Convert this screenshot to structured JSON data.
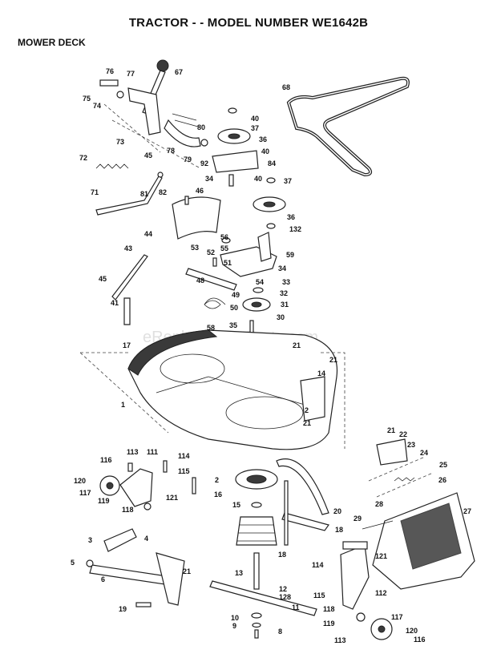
{
  "header": {
    "title": "TRACTOR - - MODEL NUMBER WE1642B",
    "section": "MOWER DECK"
  },
  "watermark": "eReplacementParts.com",
  "callouts": [
    {
      "id": "c67",
      "text": "67"
    },
    {
      "id": "c76",
      "text": "76"
    },
    {
      "id": "c77",
      "text": "77"
    },
    {
      "id": "c75",
      "text": "75"
    },
    {
      "id": "c74",
      "text": "74"
    },
    {
      "id": "c68",
      "text": "68"
    },
    {
      "id": "c40a",
      "text": "40"
    },
    {
      "id": "c37a",
      "text": "37"
    },
    {
      "id": "c80",
      "text": "80"
    },
    {
      "id": "c73",
      "text": "73"
    },
    {
      "id": "c36a",
      "text": "36"
    },
    {
      "id": "c40b",
      "text": "40"
    },
    {
      "id": "c78",
      "text": "78"
    },
    {
      "id": "c79",
      "text": "79"
    },
    {
      "id": "c92",
      "text": "92"
    },
    {
      "id": "c84",
      "text": "84"
    },
    {
      "id": "c45a",
      "text": "45"
    },
    {
      "id": "c72",
      "text": "72"
    },
    {
      "id": "c34a",
      "text": "34"
    },
    {
      "id": "c40c",
      "text": "40"
    },
    {
      "id": "c37b",
      "text": "37"
    },
    {
      "id": "c81",
      "text": "81"
    },
    {
      "id": "c82",
      "text": "82"
    },
    {
      "id": "c46",
      "text": "46"
    },
    {
      "id": "c71",
      "text": "71"
    },
    {
      "id": "c36b",
      "text": "36"
    },
    {
      "id": "c132",
      "text": "132"
    },
    {
      "id": "c44",
      "text": "44"
    },
    {
      "id": "c56",
      "text": "56"
    },
    {
      "id": "c55",
      "text": "55"
    },
    {
      "id": "c43",
      "text": "43"
    },
    {
      "id": "c53",
      "text": "53"
    },
    {
      "id": "c52",
      "text": "52"
    },
    {
      "id": "c59",
      "text": "59"
    },
    {
      "id": "c51",
      "text": "51"
    },
    {
      "id": "c34b",
      "text": "34"
    },
    {
      "id": "c54",
      "text": "54"
    },
    {
      "id": "c33",
      "text": "33"
    },
    {
      "id": "c45b",
      "text": "45"
    },
    {
      "id": "c48",
      "text": "48"
    },
    {
      "id": "c49",
      "text": "49"
    },
    {
      "id": "c32",
      "text": "32"
    },
    {
      "id": "c41",
      "text": "41"
    },
    {
      "id": "c50",
      "text": "50"
    },
    {
      "id": "c31",
      "text": "31"
    },
    {
      "id": "c58",
      "text": "58"
    },
    {
      "id": "c35",
      "text": "35"
    },
    {
      "id": "c30",
      "text": "30"
    },
    {
      "id": "c17",
      "text": "17"
    },
    {
      "id": "c21a",
      "text": "21"
    },
    {
      "id": "c21b",
      "text": "21"
    },
    {
      "id": "c14",
      "text": "14"
    },
    {
      "id": "c1",
      "text": "1"
    },
    {
      "id": "c2a",
      "text": "2"
    },
    {
      "id": "c21c",
      "text": "21"
    },
    {
      "id": "c21d",
      "text": "21"
    },
    {
      "id": "c22",
      "text": "22"
    },
    {
      "id": "c23",
      "text": "23"
    },
    {
      "id": "c24",
      "text": "24"
    },
    {
      "id": "c25",
      "text": "25"
    },
    {
      "id": "c26",
      "text": "26"
    },
    {
      "id": "c27",
      "text": "27"
    },
    {
      "id": "c113a",
      "text": "113"
    },
    {
      "id": "c111a",
      "text": "111"
    },
    {
      "id": "c114a",
      "text": "114"
    },
    {
      "id": "c116a",
      "text": "116"
    },
    {
      "id": "c115a",
      "text": "115"
    },
    {
      "id": "c2b",
      "text": "2"
    },
    {
      "id": "c120a",
      "text": "120"
    },
    {
      "id": "c117a",
      "text": "117"
    },
    {
      "id": "c119a",
      "text": "119"
    },
    {
      "id": "c121a",
      "text": "121"
    },
    {
      "id": "c16",
      "text": "16"
    },
    {
      "id": "c118a",
      "text": "118"
    },
    {
      "id": "c15",
      "text": "15"
    },
    {
      "id": "c20",
      "text": "20"
    },
    {
      "id": "c28",
      "text": "28"
    },
    {
      "id": "c29",
      "text": "29"
    },
    {
      "id": "c18a",
      "text": "18"
    },
    {
      "id": "c3",
      "text": "3"
    },
    {
      "id": "c4",
      "text": "4"
    },
    {
      "id": "c18b",
      "text": "18"
    },
    {
      "id": "c5",
      "text": "5"
    },
    {
      "id": "c114b",
      "text": "114"
    },
    {
      "id": "c121b",
      "text": "121"
    },
    {
      "id": "c6",
      "text": "6"
    },
    {
      "id": "c21e",
      "text": "21"
    },
    {
      "id": "c13",
      "text": "13"
    },
    {
      "id": "c12",
      "text": "12"
    },
    {
      "id": "c128",
      "text": "128"
    },
    {
      "id": "c115b",
      "text": "115"
    },
    {
      "id": "c112",
      "text": "112"
    },
    {
      "id": "c19",
      "text": "19"
    },
    {
      "id": "c11",
      "text": "11"
    },
    {
      "id": "c118b",
      "text": "118"
    },
    {
      "id": "c10",
      "text": "10"
    },
    {
      "id": "c9",
      "text": "9"
    },
    {
      "id": "c119b",
      "text": "119"
    },
    {
      "id": "c117b",
      "text": "117"
    },
    {
      "id": "c8",
      "text": "8"
    },
    {
      "id": "c120b",
      "text": "120"
    },
    {
      "id": "c113b",
      "text": "113"
    },
    {
      "id": "c116b",
      "text": "116"
    }
  ]
}
